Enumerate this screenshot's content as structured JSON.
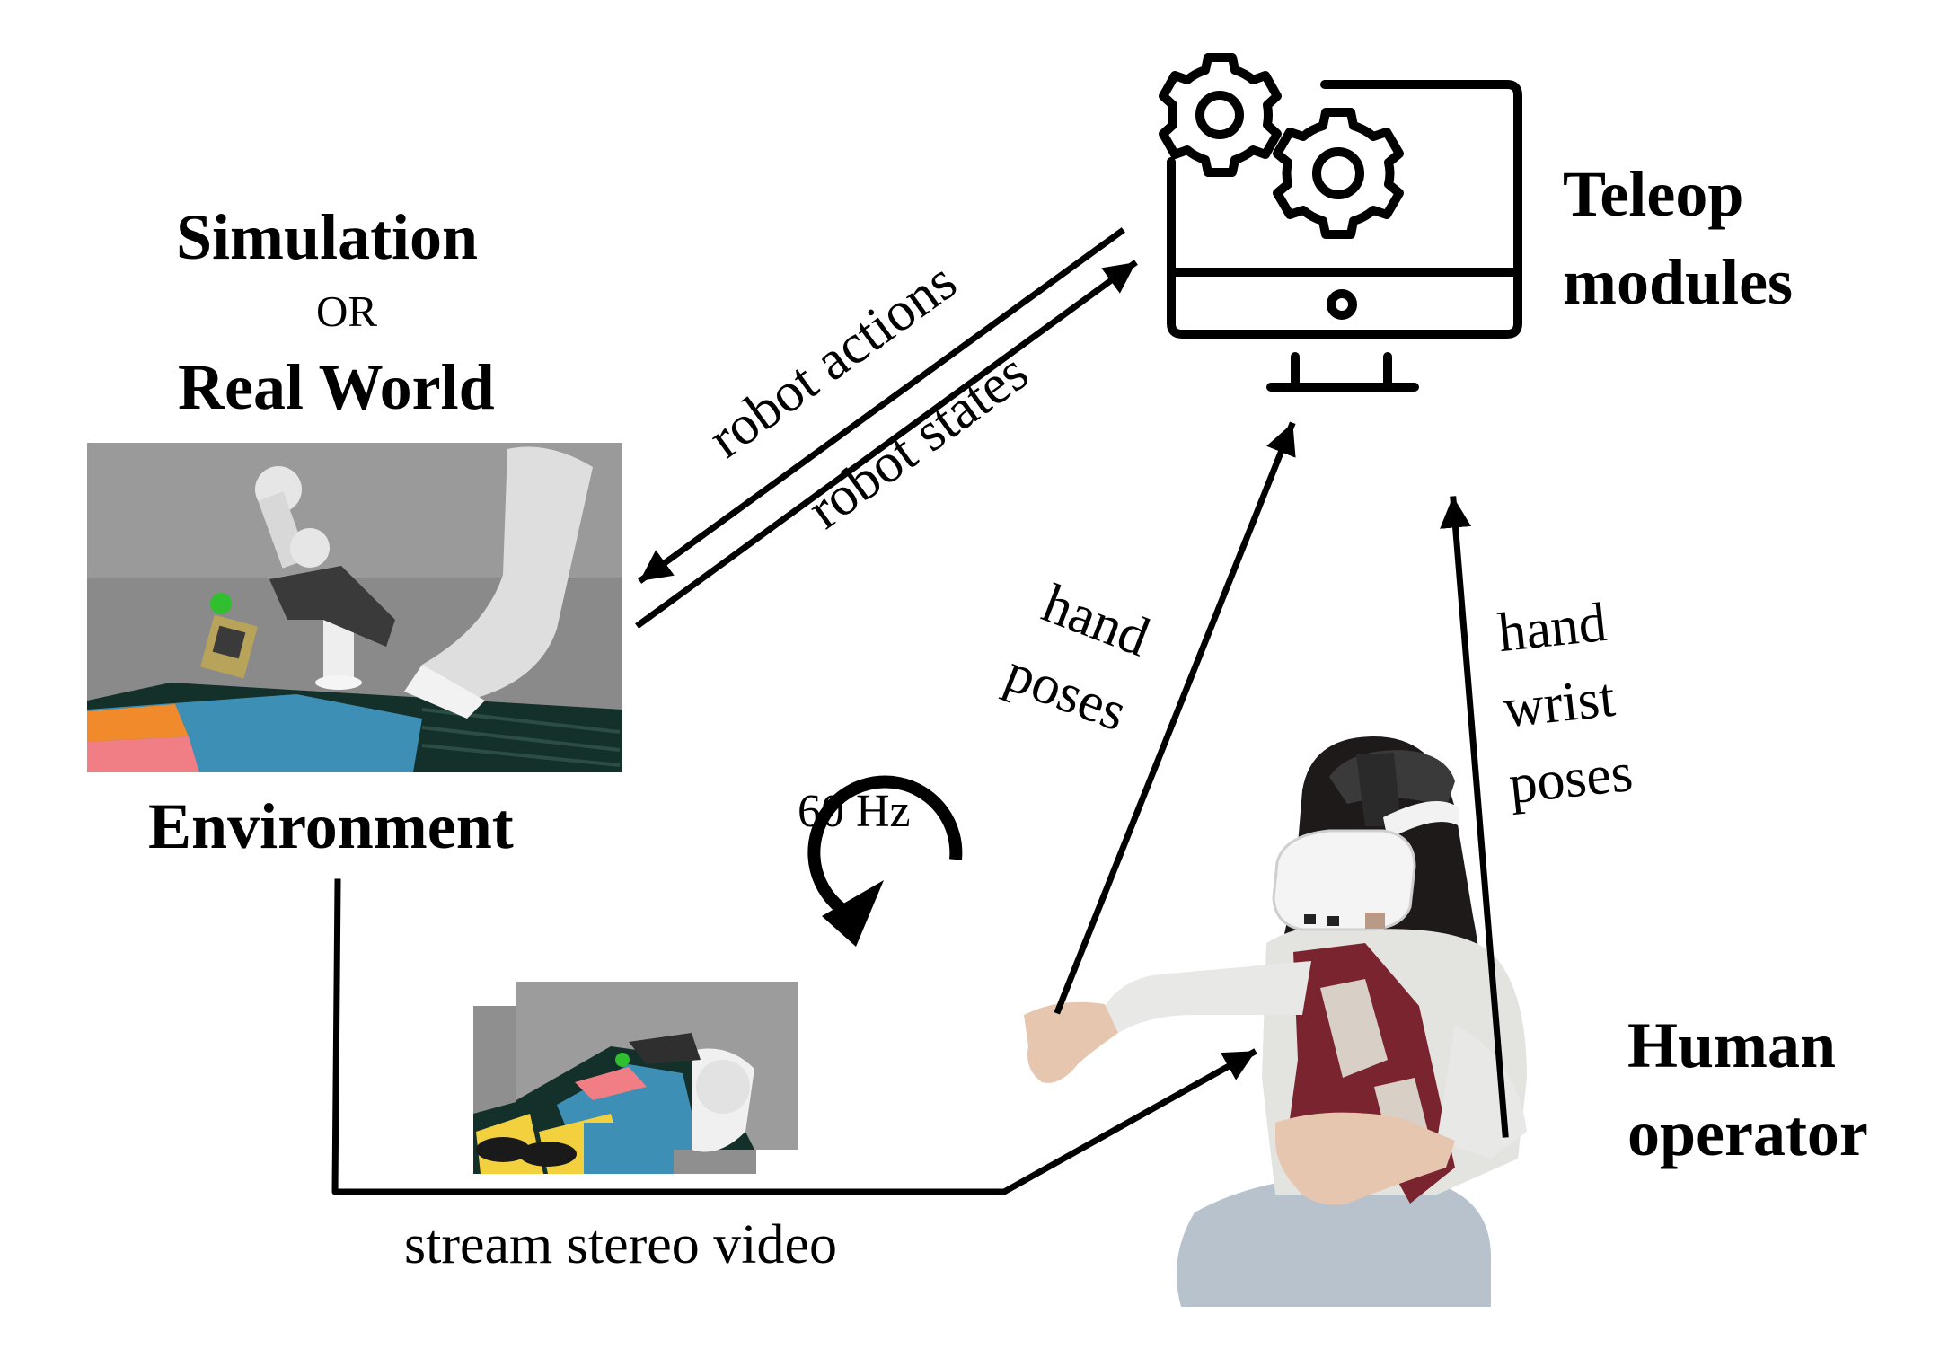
{
  "environment": {
    "title_line1": "Simulation",
    "or_text": "OR",
    "title_line2": "Real World",
    "caption": "Environment"
  },
  "teleop": {
    "line1": "Teleop",
    "line2": "modules",
    "icon": "computer-gears-icon"
  },
  "operator": {
    "line1": "Human",
    "line2": "operator"
  },
  "arrows": {
    "robot_actions": "robot actions",
    "robot_states": "robot states",
    "hand_poses_line1": "hand",
    "hand_poses_line2": "poses",
    "wrist_line1": "hand",
    "wrist_line2": "wrist",
    "wrist_line3": "poses",
    "stream": "stream stereo video"
  },
  "loop": {
    "rate": "60 Hz",
    "icon": "clockwise-loop-icon"
  },
  "colors": {
    "ink": "#000000",
    "sim_background": "#8c8c8c",
    "mat_teal": "#3d8fb5",
    "mat_orange": "#f08a2a",
    "mat_pink": "#f07e84",
    "mat_yellow": "#f3d03e",
    "table_green": "#14302a",
    "target_green": "#2fbf2f"
  }
}
